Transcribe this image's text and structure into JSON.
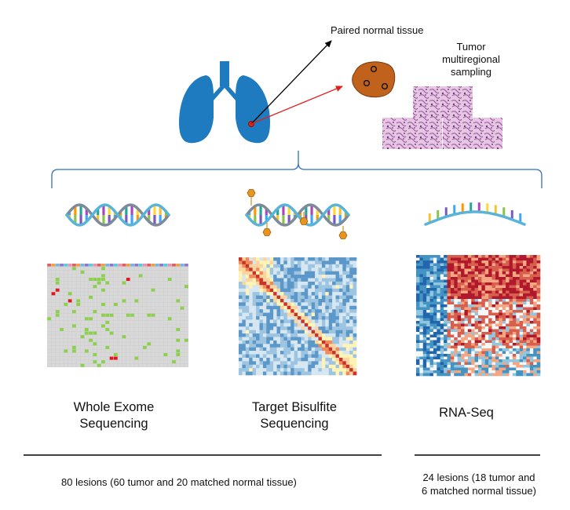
{
  "top": {
    "paired_label": "Paired normal tissue",
    "tumor_label_lines": [
      "Tumor",
      "multiregional",
      "sampling"
    ]
  },
  "methods": [
    {
      "label_lines": [
        "Whole Exome",
        "Sequencing"
      ]
    },
    {
      "label_lines": [
        "Target Bisulfite",
        "Sequencing"
      ]
    },
    {
      "label_lines": [
        "RNA-Seq"
      ]
    }
  ],
  "summary": {
    "left": "80 lesions (60 tumor and 20 matched normal tissue)",
    "right_lines": [
      "24 lesions (18 tumor and",
      "6 matched normal tissue)"
    ]
  },
  "colors": {
    "lung": "#1f7bbf",
    "tumor": "#c0611c",
    "arrow_red": "#e0201b",
    "arrow_black": "#000000",
    "bracket": "#2f6fb5",
    "dna_backbone": "#58b4d8",
    "dna_backbone2": "#7d8a99",
    "histology": "#c996c9",
    "mutation_grid_bg": "#cfcfcf",
    "mutation_green": "#8bd14a",
    "mutation_red": "#e8141c",
    "heat_red": "#b2182b",
    "heat_blue": "#2166ac",
    "heat_yellow": "#fff3b5"
  }
}
